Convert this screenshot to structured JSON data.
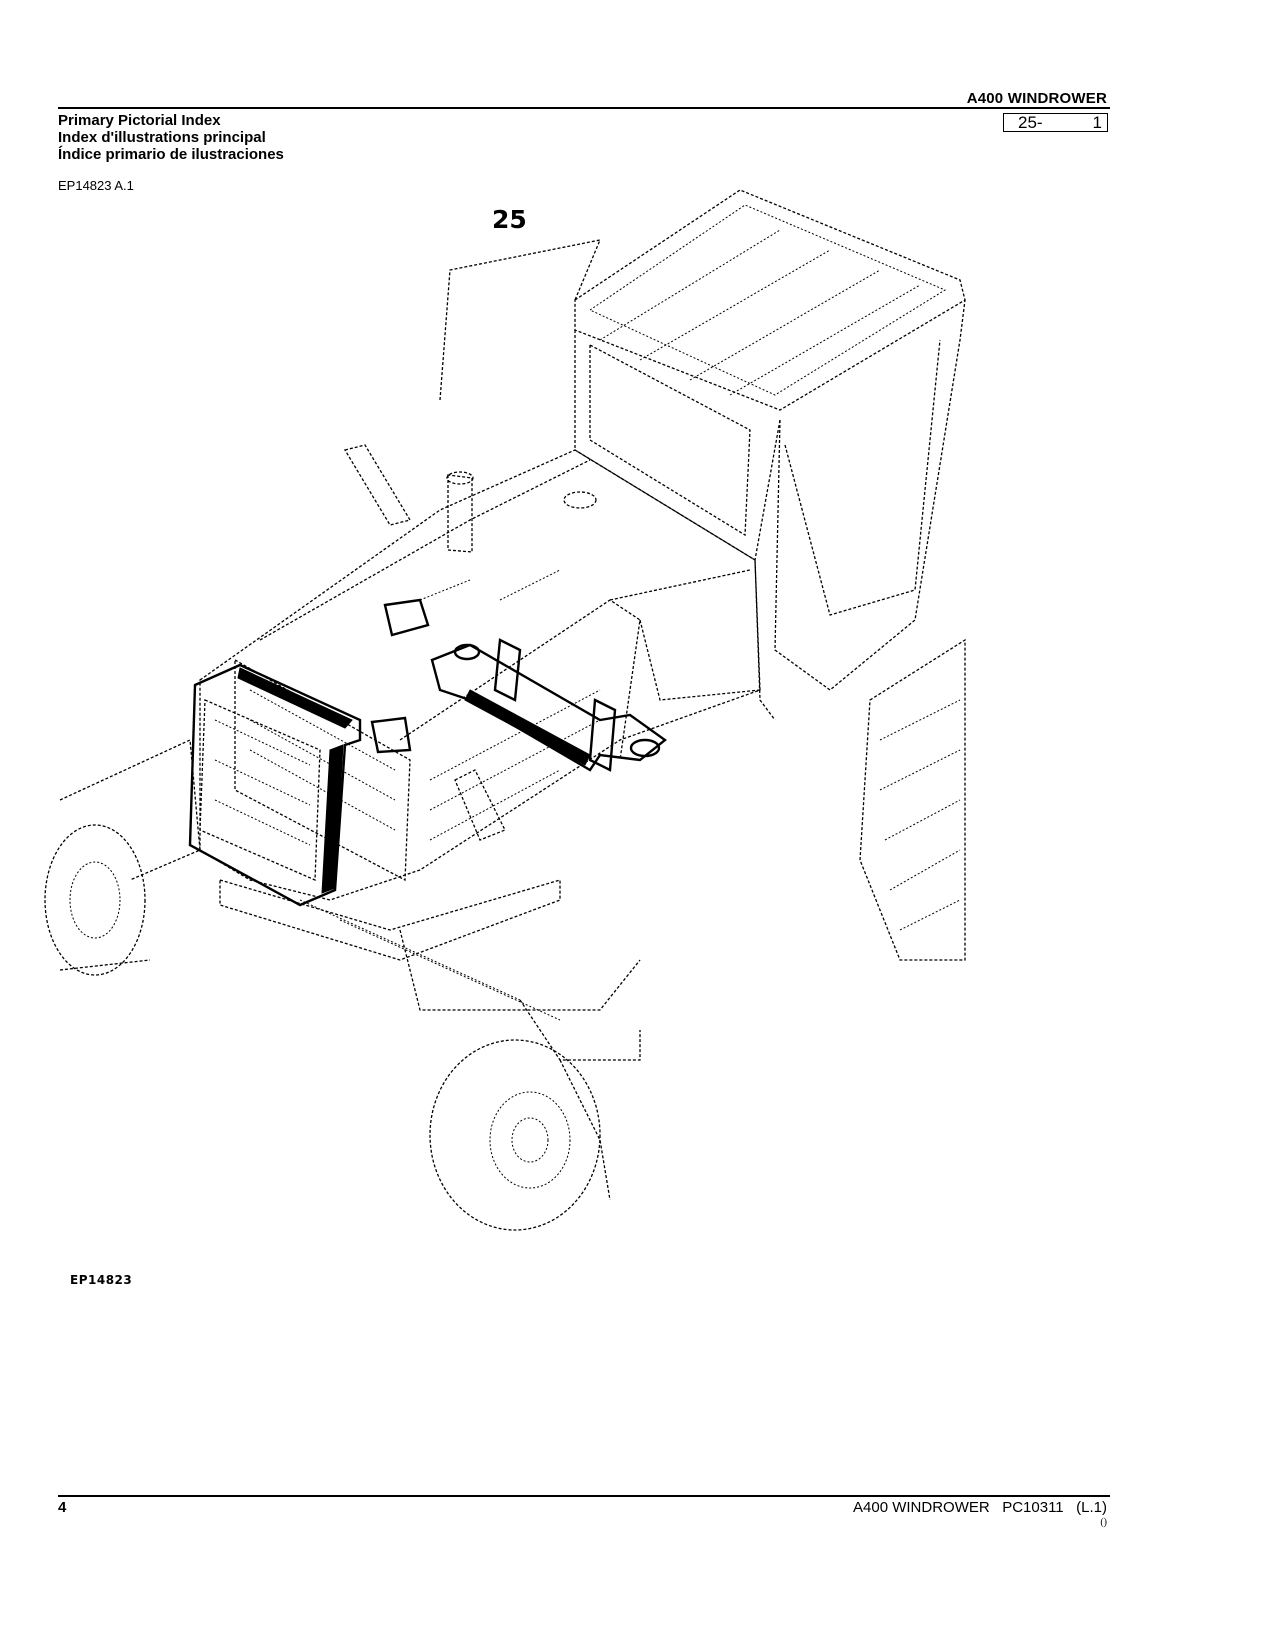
{
  "header": {
    "model": "A400  WINDROWER",
    "titles": [
      "Primary Pictorial Index",
      "Index d'illustrations principal",
      "Índice primario de ilustraciones"
    ],
    "section_ref": "25-",
    "section_page": "1",
    "image_ref": "EP14823 A.1"
  },
  "figure": {
    "callout": "25",
    "figure_id": "EP14823"
  },
  "footer": {
    "page_number": "4",
    "doc_title": "A400 WINDROWER   PC10311   (L.1)",
    "sub_mark": "()"
  }
}
